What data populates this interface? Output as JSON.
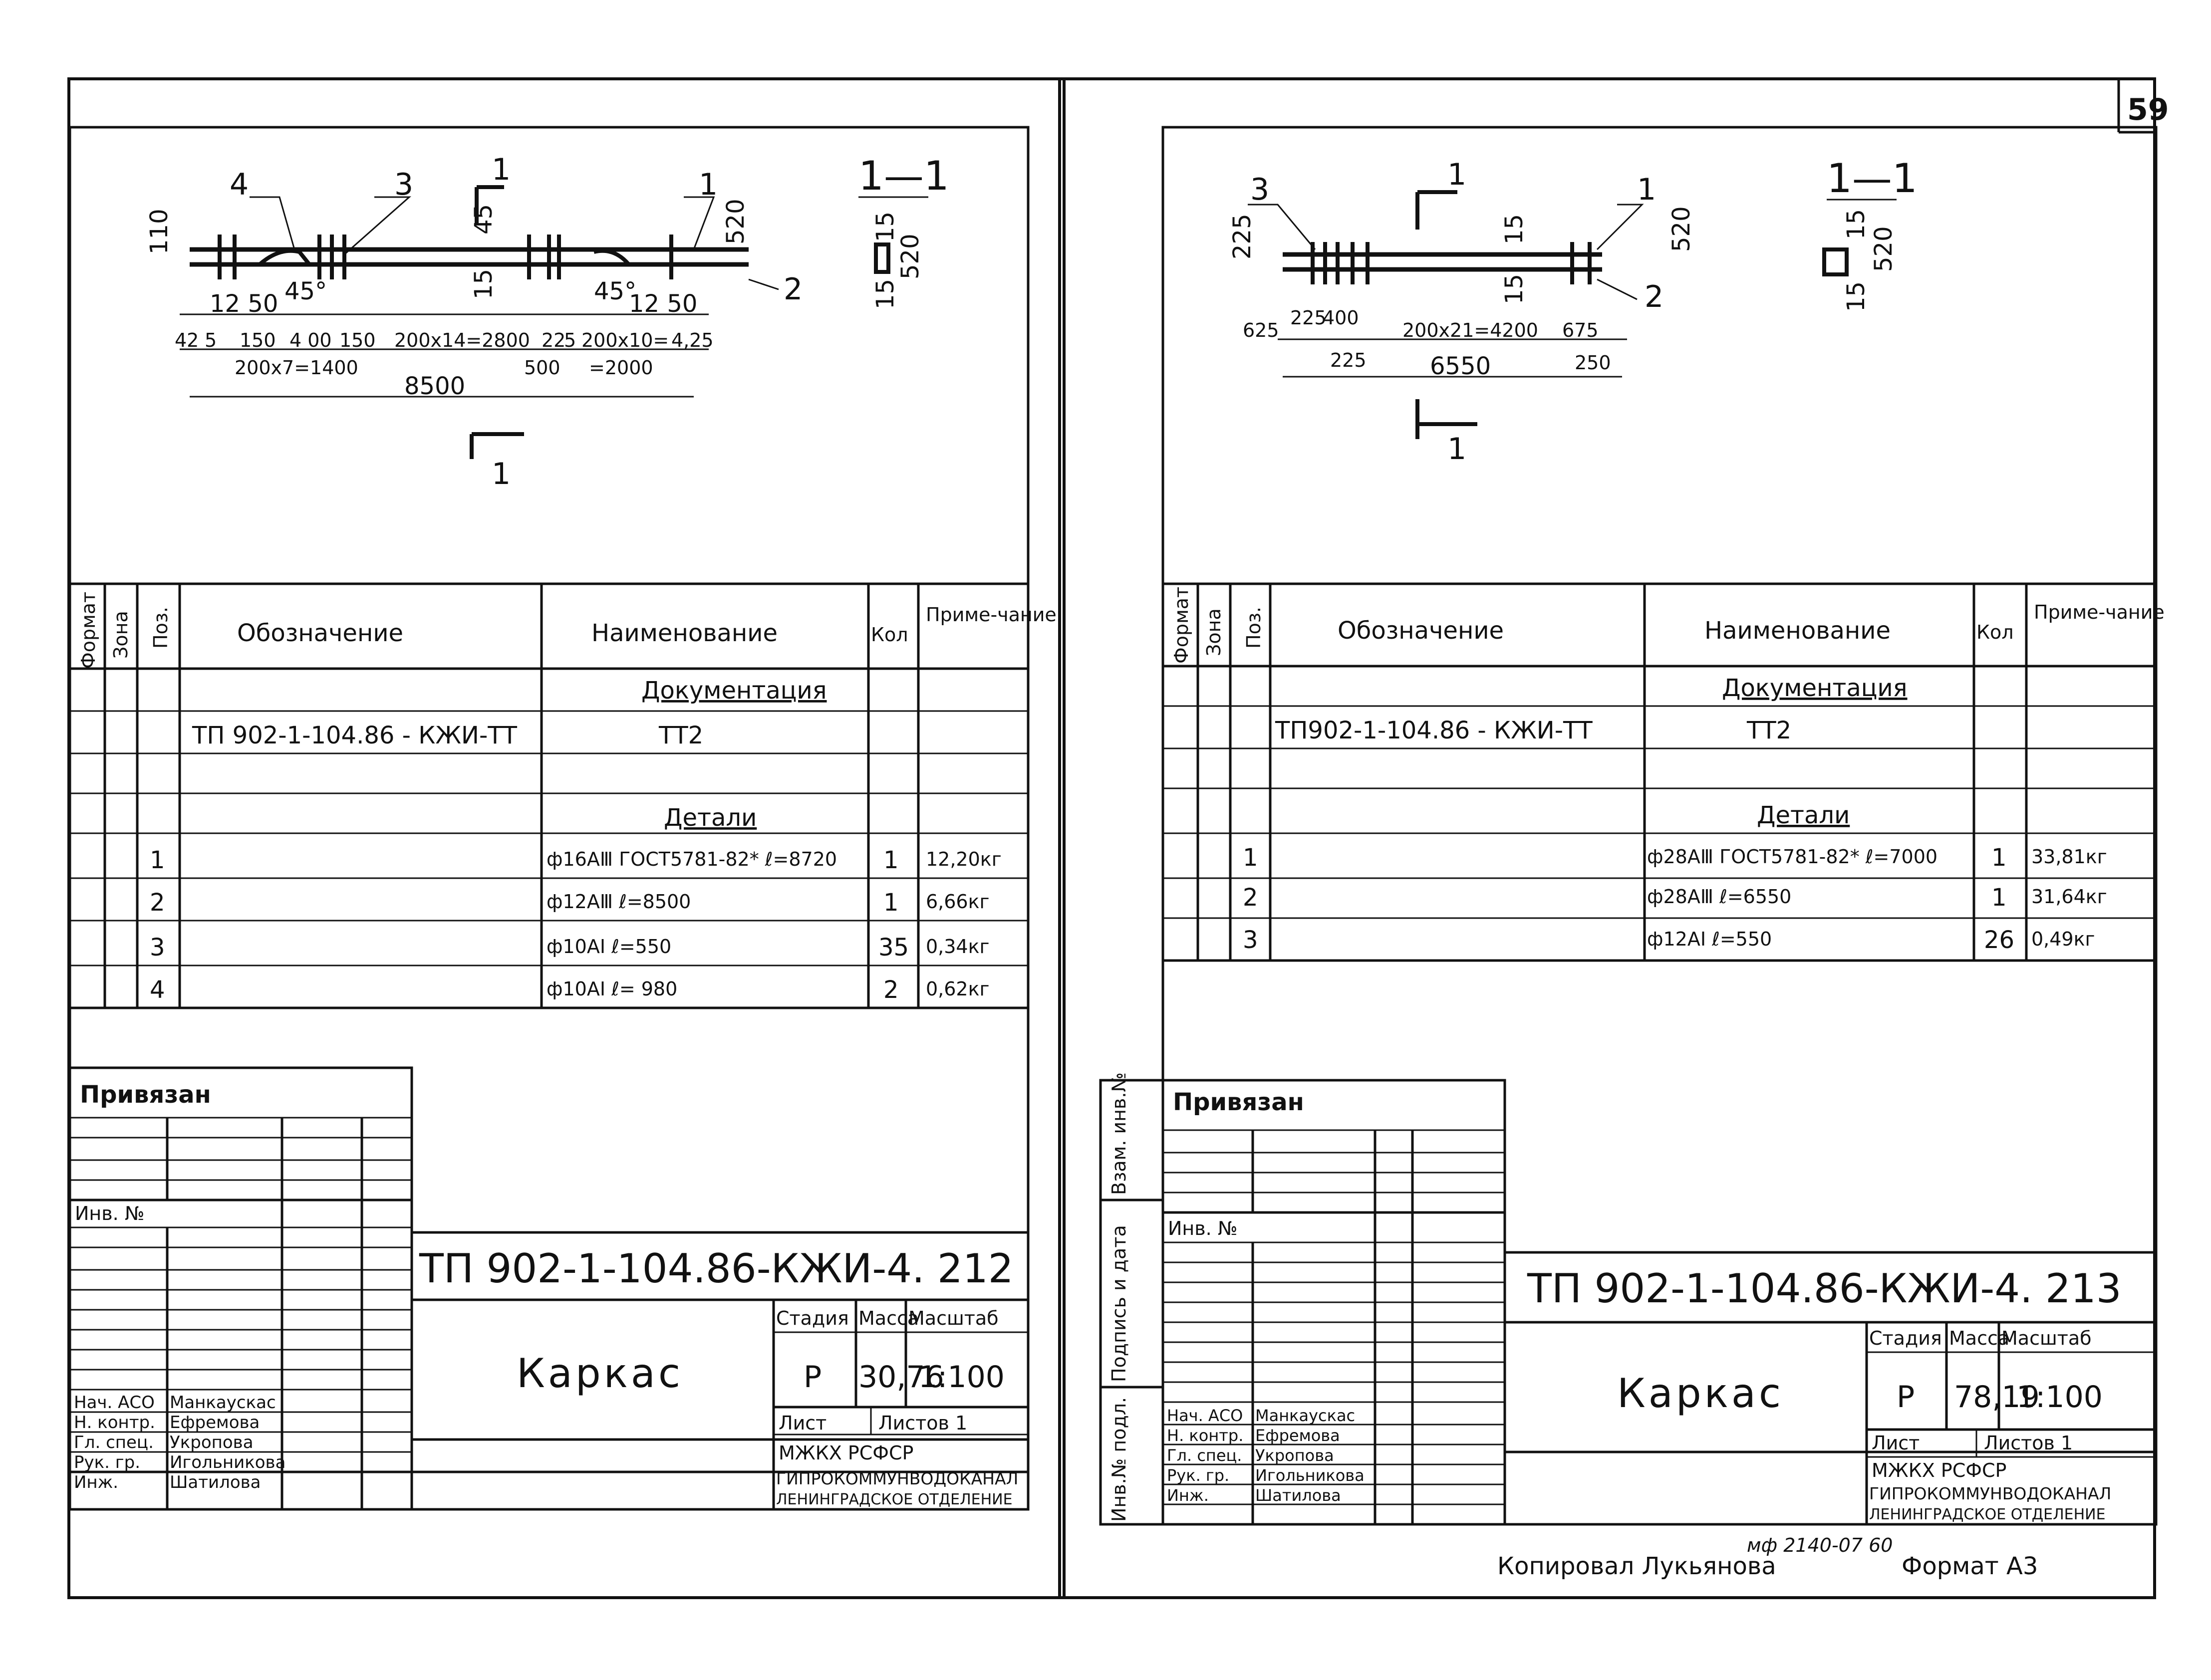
{
  "page_number": "59",
  "sheets": [
    {
      "drawing": {
        "pos_labels": [
          "4",
          "3",
          "1",
          "2"
        ],
        "section_mark": "1",
        "section_title": "1—1",
        "angles": [
          "45°",
          "45°"
        ],
        "dims_top": [
          "110",
          "45",
          "520",
          "15",
          "15",
          "520"
        ],
        "dims_chain": [
          "12 50",
          "12 50",
          "42",
          "5",
          "150",
          "4 00",
          "150",
          "200x14=2800",
          "22",
          "5",
          "200x10=",
          "4,25"
        ],
        "dims_sub": [
          "200x7=1400",
          "500",
          "=2000"
        ],
        "dim_total": "8500"
      },
      "spec": {
        "col_format": "Формат",
        "col_zone": "Зона",
        "col_pos": "Поз.",
        "col_designation": "Обозначение",
        "col_name": "Наименование",
        "col_qty": "Кол",
        "col_note": "Приме-чание",
        "section_docs": "Документация",
        "doc_designation": "ТП 902-1-104.86 - КЖИ-ТТ",
        "doc_name": "ТТ2",
        "section_parts": "Детали",
        "rows": [
          {
            "pos": "1",
            "name": "ф16АⅢ ГОСТ5781-82* ℓ=8720",
            "qty": "1",
            "note": "12,20кг"
          },
          {
            "pos": "2",
            "name": "ф12АⅢ ℓ=8500",
            "qty": "1",
            "note": "6,66кг"
          },
          {
            "pos": "3",
            "name": "ф10АI ℓ=550",
            "qty": "35",
            "note": "0,34кг"
          },
          {
            "pos": "4",
            "name": "ф10АI ℓ= 980",
            "qty": "2",
            "note": "0,62кг"
          }
        ]
      },
      "title_block": {
        "privyazan": "Привязан",
        "inv_no": "Инв. №",
        "code": "ТП 902-1-104.86-КЖИ-4. 212",
        "title": "Каркас",
        "stage_label": "Стадия",
        "mass_label": "Масса",
        "scale_label": "Масштаб",
        "stage": "Р",
        "mass": "30,76",
        "scale": "1:100",
        "sheet_label": "Лист",
        "sheets_label": "Листов 1",
        "org_1": "МЖКХ РСФСР",
        "org_2": "ГИПРОКОММУНВОДОКАНАЛ",
        "org_3": "ЛЕНИНГРАДСКОЕ ОТДЕЛЕНИЕ",
        "staff": [
          {
            "role": "Нач. АСО",
            "name": "Манкаускас"
          },
          {
            "role": "Н. контр.",
            "name": "Ефремова"
          },
          {
            "role": "Гл. спец.",
            "name": "Укропова"
          },
          {
            "role": "Рук. гр.",
            "name": "Игольникова"
          },
          {
            "role": "Инж.",
            "name": "Шатилова"
          }
        ]
      }
    },
    {
      "drawing": {
        "pos_labels": [
          "3",
          "1",
          "2"
        ],
        "section_mark": "1",
        "section_title": "1—1",
        "dims_top": [
          "225",
          "15",
          "520",
          "15",
          "15",
          "520"
        ],
        "dims_chain": [
          "625",
          "225",
          "400",
          "200x21=4200",
          "675"
        ],
        "dims_sub": [
          "225",
          "250"
        ],
        "dim_total": "6550"
      },
      "spec": {
        "col_format": "Формат",
        "col_zone": "Зона",
        "col_pos": "Поз.",
        "col_designation": "Обозначение",
        "col_name": "Наименование",
        "col_qty": "Кол",
        "col_note": "Приме-чание",
        "section_docs": "Документация",
        "doc_designation": "ТП902-1-104.86 - КЖИ-ТТ",
        "doc_name": "ТТ2",
        "section_parts": "Детали",
        "rows": [
          {
            "pos": "1",
            "name": "ф28АⅢ ГОСТ5781-82* ℓ=7000",
            "qty": "1",
            "note": "33,81кг"
          },
          {
            "pos": "2",
            "name": "ф28АⅢ ℓ=6550",
            "qty": "1",
            "note": "31,64кг"
          },
          {
            "pos": "3",
            "name": "ф12АI ℓ=550",
            "qty": "26",
            "note": "0,49кг"
          }
        ]
      },
      "title_block": {
        "privyazan": "Привязан",
        "inv_no": "Инв. №",
        "code": "ТП 902-1-104.86-КЖИ-4. 213",
        "title": "Каркас",
        "stage_label": "Стадия",
        "mass_label": "Масса",
        "scale_label": "Масштаб",
        "stage": "Р",
        "mass": "78,19",
        "scale": "1:100",
        "sheet_label": "Лист",
        "sheets_label": "Листов 1",
        "org_1": "МЖКХ РСФСР",
        "org_2": "ГИПРОКОММУНВОДОКАНАЛ",
        "org_3": "ЛЕНИНГРАДСКОЕ ОТДЕЛЕНИЕ",
        "staff": [
          {
            "role": "Нач. АСО",
            "name": "Манкаускас"
          },
          {
            "role": "Н. контр.",
            "name": "Ефремова"
          },
          {
            "role": "Гл. спец.",
            "name": "Укропова"
          },
          {
            "role": "Рук. гр.",
            "name": "Игольникова"
          },
          {
            "role": "Инж.",
            "name": "Шатилова"
          }
        ],
        "side_labels": [
          "Инв.№ подл.",
          "Подпись и дата",
          "Взам. инв.№"
        ]
      }
    }
  ],
  "footer": {
    "copied_by": "Копировал Лукьянова",
    "order_no": "мф 2140-07 60",
    "format": "Формат А3"
  }
}
